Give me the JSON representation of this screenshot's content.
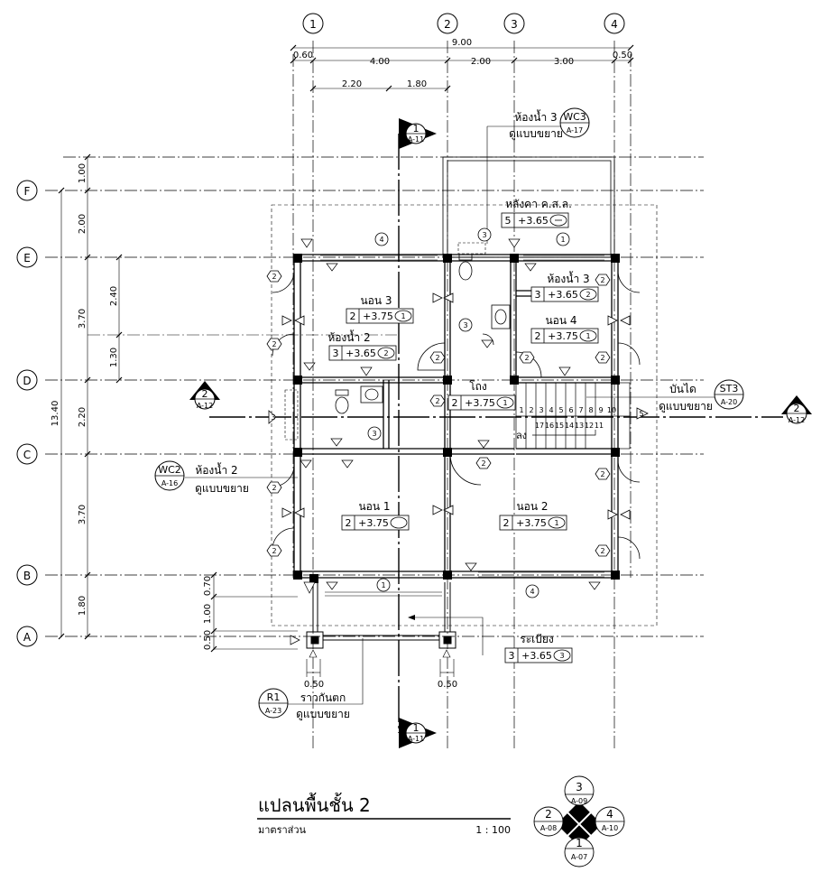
{
  "title": "แปลนพื้นชั้น 2",
  "subtitle": "มาตราส่วน",
  "scale": "1 : 100",
  "grid_cols": [
    "1",
    "2",
    "3",
    "4"
  ],
  "grid_rows": [
    "F",
    "E",
    "D",
    "C",
    "B",
    "A"
  ],
  "dims_top_total": "9.00",
  "dims_top": [
    "0.60",
    "4.00",
    "2.00",
    "3.00",
    "0.50"
  ],
  "dims_top2": [
    "2.20",
    "1.80"
  ],
  "dims_left_total": "13.40",
  "dims_left": [
    "1.00",
    "2.00",
    "3.70",
    "2.20",
    "3.70",
    "1.80"
  ],
  "dims_left2": [
    "2.40",
    "1.30"
  ],
  "dims_left3": [
    "0.70",
    "1.00",
    "0.50"
  ],
  "dims_bottom": [
    "0.50",
    "0.50"
  ],
  "rooms": {
    "bed3": {
      "name": "นอน 3",
      "code": "2",
      "level": "+3.75",
      "tag": "1"
    },
    "bath2a": {
      "name": "ห้องน้ำ 2",
      "code": "3",
      "level": "+3.65",
      "tag": "2"
    },
    "bath3": {
      "name": "ห้องน้ำ 3",
      "code": "3",
      "level": "+3.65",
      "tag": "2"
    },
    "bed4": {
      "name": "นอน 4",
      "code": "2",
      "level": "+3.75",
      "tag": "1"
    },
    "hall": {
      "name": "โถง",
      "code": "2",
      "level": "+3.75",
      "tag": "1"
    },
    "bed1": {
      "name": "นอน 1",
      "code": "2",
      "level": "+3.75",
      "tag": ""
    },
    "bed2": {
      "name": "นอน 2",
      "code": "2",
      "level": "+3.75",
      "tag": "1"
    },
    "roof": {
      "name": "หลังคา ค.ส.ล.",
      "code": "5",
      "level": "+3.65",
      "tag": ""
    },
    "balcony": {
      "name": "ระเบียง",
      "code": "3",
      "level": "+3.65",
      "tag": "3"
    }
  },
  "refs": {
    "wc3": {
      "line1": "ห้องน้ำ 3",
      "line2": "ดูแบบขยาย",
      "num": "WC3",
      "sheet": "A-17"
    },
    "wc2": {
      "line1": "ห้องน้ำ 2",
      "line2": "ดูแบบขยาย",
      "num": "WC2",
      "sheet": "A-16"
    },
    "st3": {
      "line1": "บันได",
      "line2": "ดูแบบขยาย",
      "num": "ST3",
      "sheet": "A-20"
    },
    "r1": {
      "line1": "ราวกันตก",
      "line2": "ดูแบบขยาย",
      "num": "R1",
      "sheet": "A-23"
    }
  },
  "sections": {
    "s1": {
      "num": "1",
      "sheet": "A-11"
    },
    "s2": {
      "num": "2",
      "sheet": "A-12"
    }
  },
  "stair": {
    "top": [
      "1",
      "2",
      "3",
      "4",
      "5",
      "6",
      "7",
      "8",
      "9",
      "10"
    ],
    "bottom": [
      "17",
      "16",
      "15",
      "14",
      "13",
      "12",
      "11"
    ],
    "down": "ลง"
  },
  "elevations": {
    "n": "3",
    "nsheet": "A-09",
    "w": "2",
    "wsheet": "A-08",
    "e": "4",
    "esheet": "A-10",
    "s": "1",
    "ssheet": "A-07"
  },
  "window_tags": [
    "4",
    "1",
    "1",
    "4"
  ],
  "door_tags": [
    "2",
    "3",
    "5"
  ]
}
